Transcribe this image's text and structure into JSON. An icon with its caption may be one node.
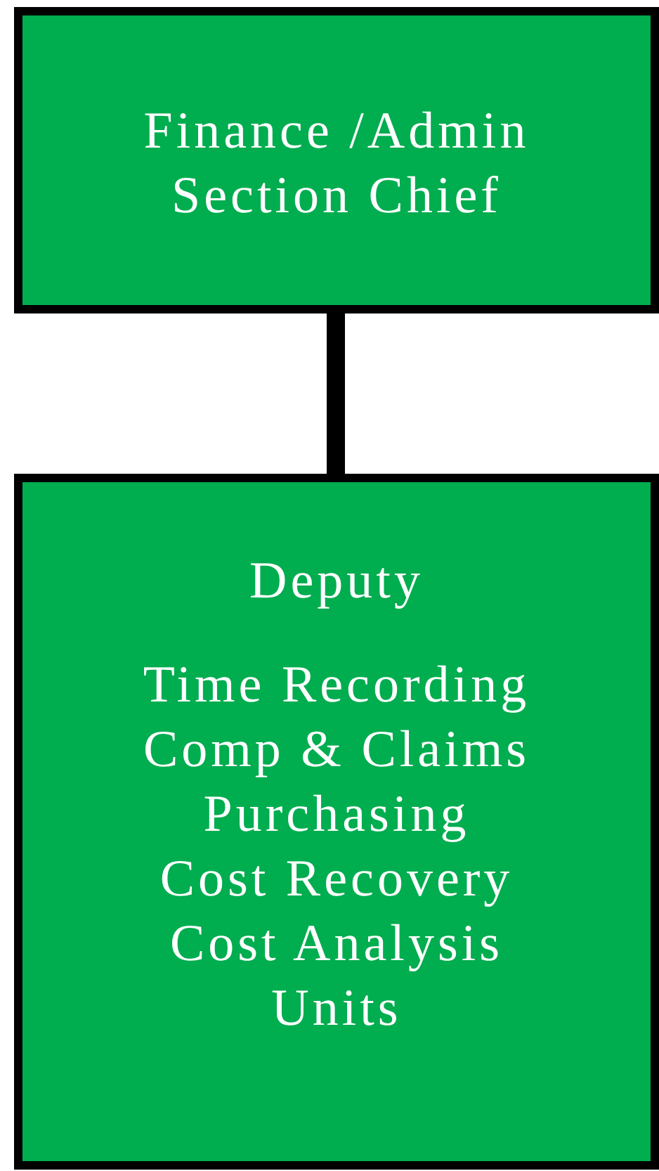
{
  "diagram": {
    "nodes": [
      {
        "text": [
          "Finance /Admin Section Chief"
        ]
      },
      {
        "text": [
          "Deputy",
          "Time Recording",
          "Comp & Claims",
          "Purchasing",
          "Cost Recovery",
          "Cost Analysis",
          "Units"
        ]
      }
    ],
    "edges": [
      {
        "from": 0,
        "to": 1,
        "arrow": "none"
      }
    ]
  }
}
